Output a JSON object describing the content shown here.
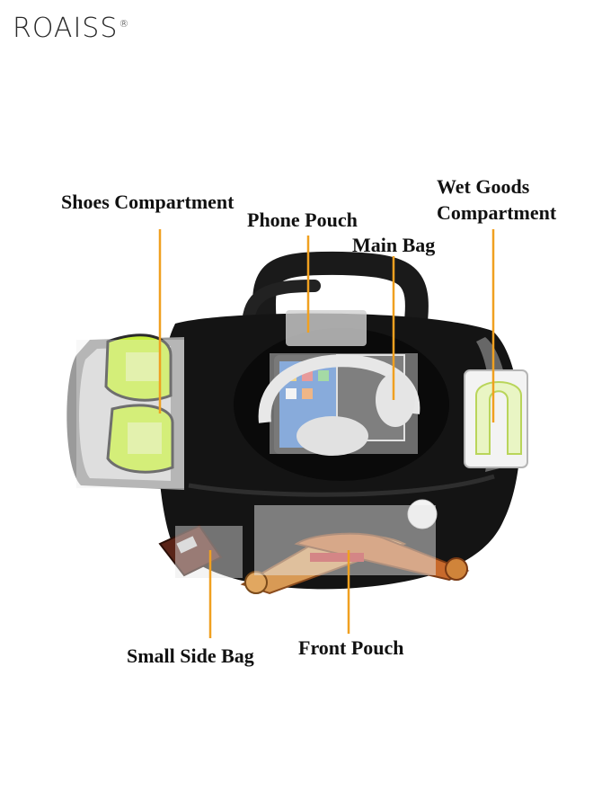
{
  "brand": {
    "name": "ROAISS",
    "mark": "®"
  },
  "labels": {
    "shoes": "Shoes Compartment",
    "phone": "Phone Pouch",
    "main": "Main Bag",
    "wet_line1": "Wet Goods",
    "wet_line2": "Compartment",
    "side": "Small Side Bag",
    "front": "Front Pouch"
  },
  "colors": {
    "leader": "#f0a020",
    "bag": "#141414",
    "shoe": "#c8f03c",
    "highlight": "#e6e6e6"
  },
  "icons": [
    "duffel-bag-illustration",
    "sneaker-icon",
    "headphones-icon",
    "tablet-icon",
    "ping-pong-paddle-icon",
    "ping-pong-ball-icon",
    "snack-bar-icon",
    "wet-pouch-icon"
  ]
}
